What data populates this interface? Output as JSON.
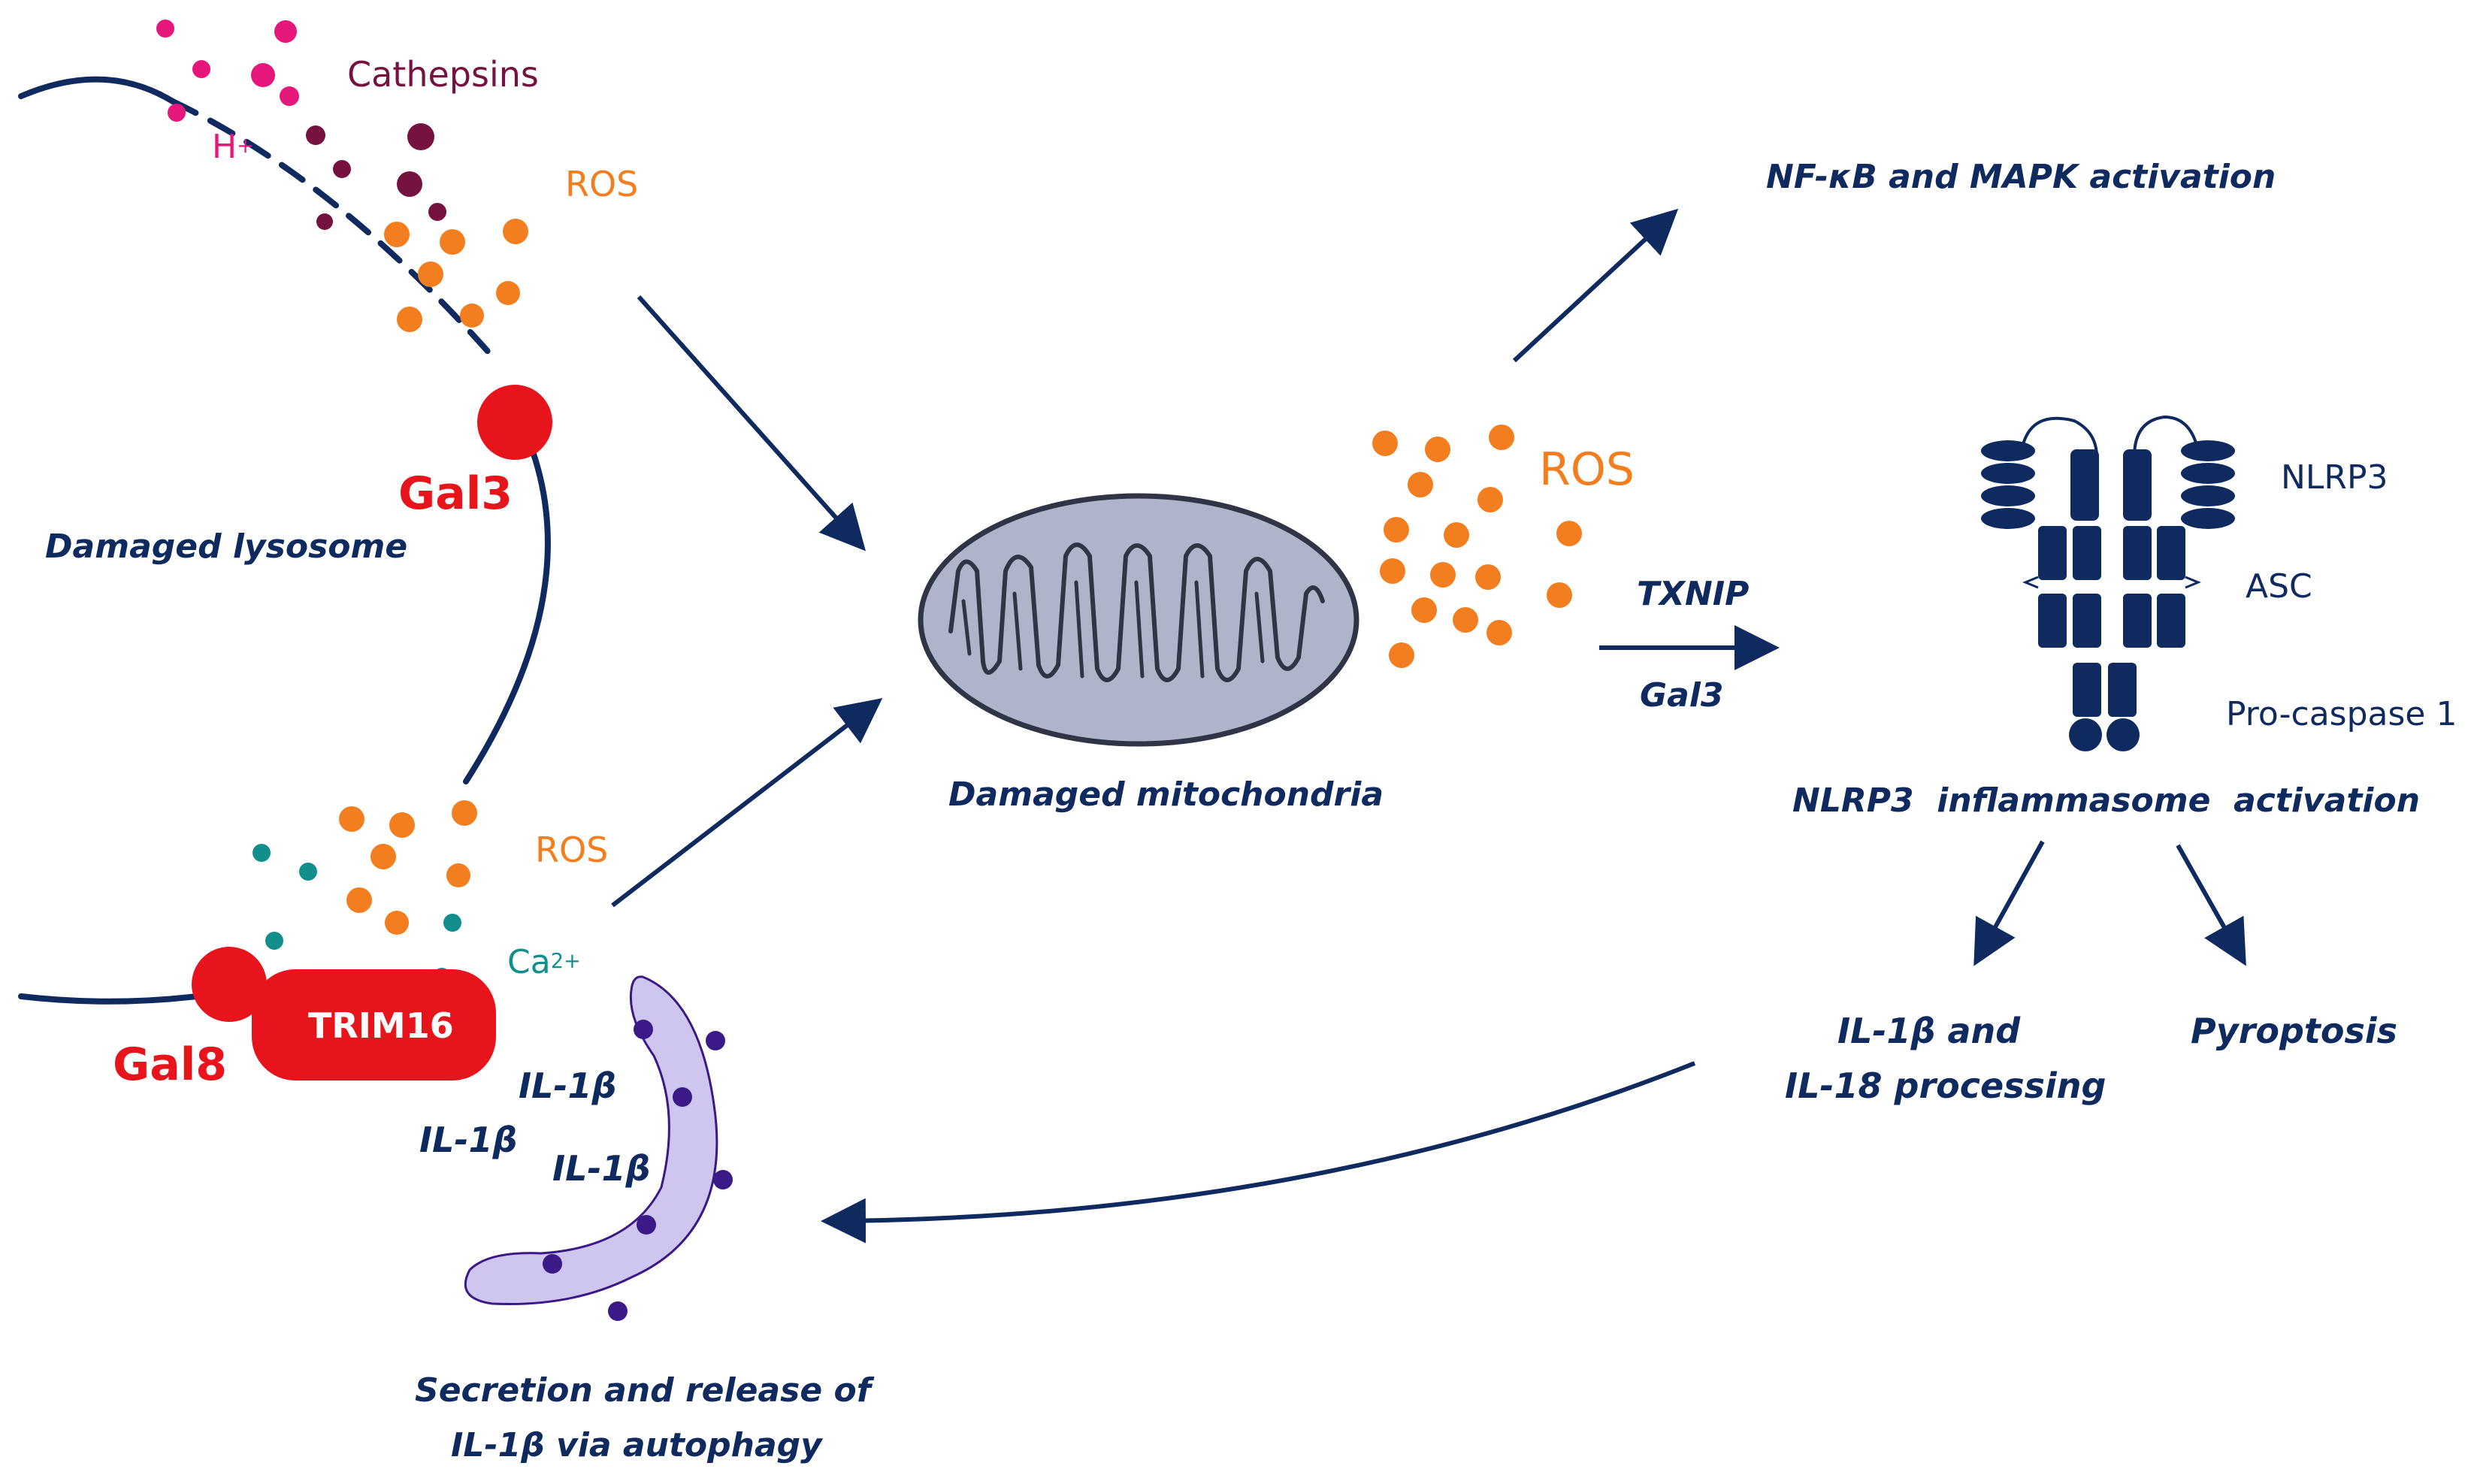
{
  "colors": {
    "navy": "#0f2a5e",
    "red": "#e8141b",
    "orange": "#f37e1f",
    "magenta": "#e5177b",
    "maroon": "#75123f",
    "teal": "#128f8d",
    "purple": "#3b1a88",
    "mito_fill": "#aeb4c9",
    "vesicle_fill": "#cfc6ef"
  },
  "lysosome": {
    "cathepsins": "Cathepsins",
    "h_plus": "H",
    "h_plus_sup": "+",
    "ros_top": "ROS",
    "gal3": "Gal3",
    "damaged_lysosome": "Damaged lysosome",
    "ros_bottom": "ROS",
    "ca": "Ca",
    "ca_sup": "2+",
    "gal8": "Gal8",
    "trim16": "TRIM16"
  },
  "il1b_labels": [
    "IL-1β",
    "IL-1β",
    "IL-1β"
  ],
  "mitochondria": {
    "label": "Damaged mitochondria",
    "ros": "ROS",
    "txnip": "TXNIP",
    "gal3": "Gal3"
  },
  "outputs": {
    "nfkb": "NF-κB and MAPK activation",
    "nlrp3": "NLRP3",
    "asc": "ASC",
    "procaspase": "Pro-caspase 1",
    "inflammasome": "NLRP3  inflammasome  activation",
    "il1b_line1": "IL-1β and",
    "il1b_line2": "IL-18 processing",
    "pyroptosis": "Pyroptosis",
    "secretion_line1": "Secretion and release of",
    "secretion_line2": "IL-1β via autophagy"
  }
}
